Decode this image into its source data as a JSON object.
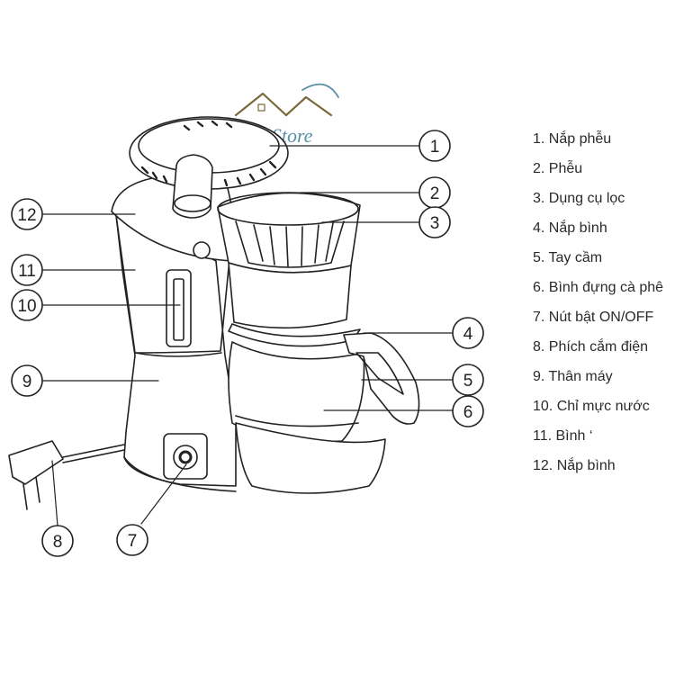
{
  "brand": {
    "logo_text": "P3H Store"
  },
  "colors": {
    "line": "#222222",
    "logo_roof": "#7a6a3a",
    "logo_text": "#5a8fa8",
    "legend_text": "#2a2a2a"
  },
  "callouts": [
    {
      "number": "1"
    },
    {
      "number": "2"
    },
    {
      "number": "3"
    },
    {
      "number": "4"
    },
    {
      "number": "5"
    },
    {
      "number": "6"
    },
    {
      "number": "7"
    },
    {
      "number": "8"
    },
    {
      "number": "9"
    },
    {
      "number": "10"
    },
    {
      "number": "11"
    },
    {
      "number": "12"
    }
  ],
  "legend": [
    "1. Nắp phễu",
    "2. Phễu",
    "3. Dụng cụ lọc",
    "4. Nắp bình",
    "5. Tay cầm",
    "6. Bình đựng cà phê",
    "7. Nút bật ON/OFF",
    "8. Phích cắm điện",
    "9. Thân máy",
    "10. Chỉ mực nước",
    "11. Bình ‘",
    "12. Nắp bình"
  ]
}
